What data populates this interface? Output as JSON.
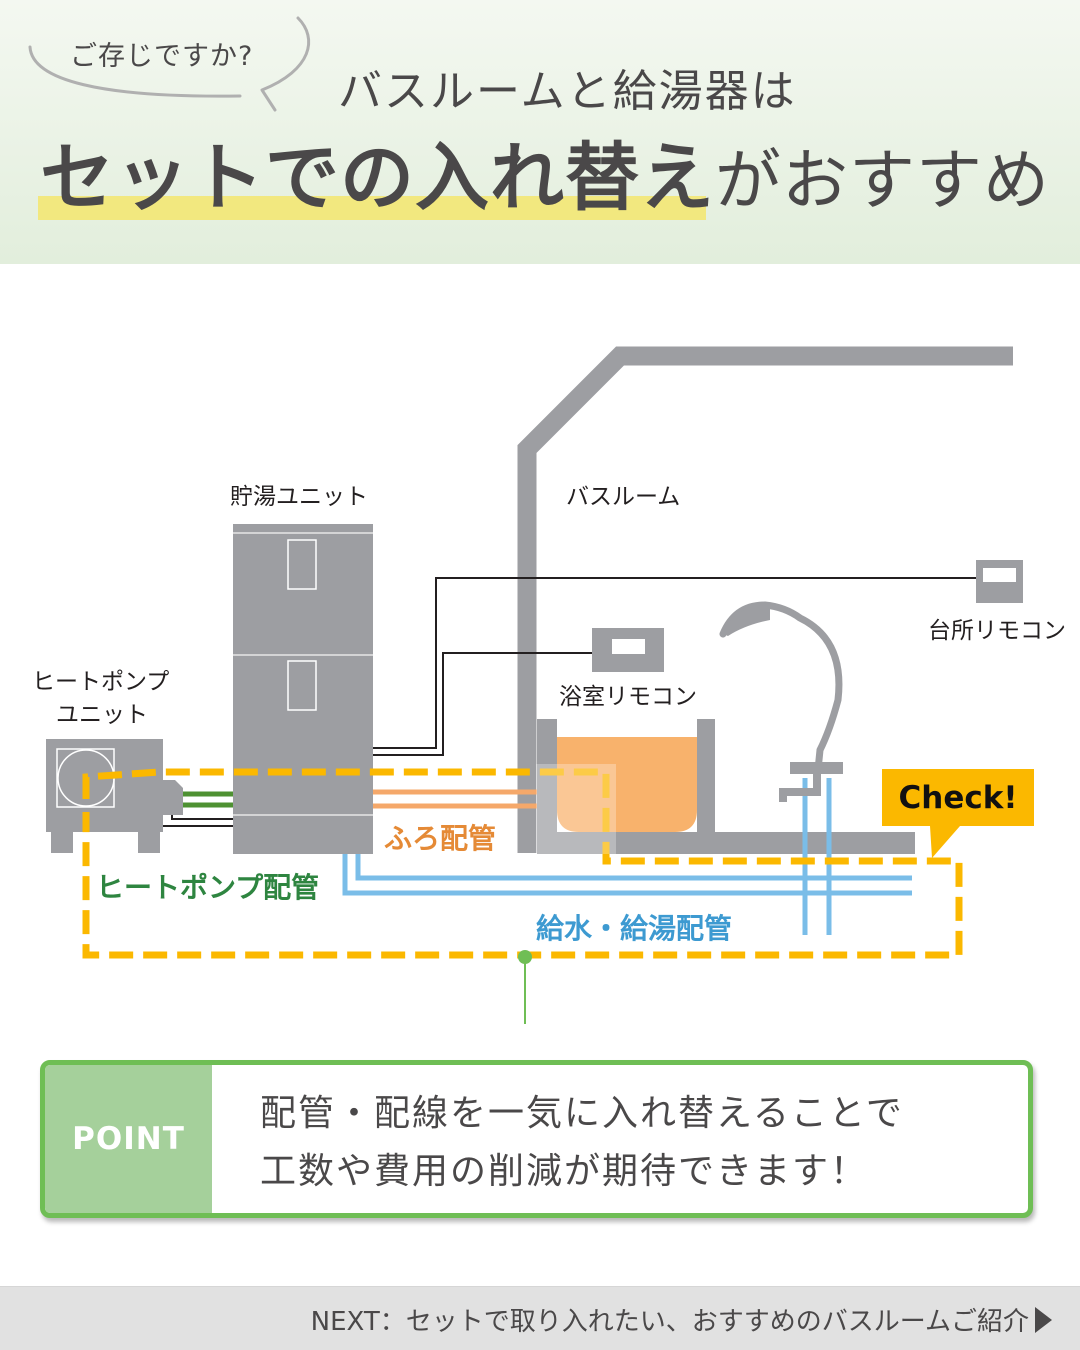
{
  "header": {
    "bubble_text": "ご存じですか?",
    "subtitle": "バスルームと給湯器は",
    "title_strong": "セットでの入れ替え",
    "title_rest": "がおすすめ",
    "highlight_color": "#f2e87f"
  },
  "diagram": {
    "labels": {
      "storage_unit": "貯湯ユニット",
      "bathroom": "バスルーム",
      "heat_pump_unit_line1": "ヒートポンプ",
      "heat_pump_unit_line2": "ユニット",
      "bath_remote": "浴室リモコン",
      "kitchen_remote": "台所リモコン"
    },
    "pipes": {
      "bath_pipe": {
        "label": "ふろ配管",
        "color": "#f5a86a",
        "text_color": "#e58a36"
      },
      "heat_pump_pipe": {
        "label": "ヒートポンプ配管",
        "color": "#4e9132",
        "text_color": "#2e8540"
      },
      "water_pipe": {
        "label": "給水・給湯配管",
        "color": "#7abde8",
        "text_color": "#3d9ad1"
      }
    },
    "check_badge": "Check!",
    "check_color": "#fbb800",
    "equipment_color": "#9d9ea2",
    "bathwater_color": "#f8b26c"
  },
  "point": {
    "label": "POINT",
    "line1": "配管・配線を一気に入れ替えることで",
    "line2": "工数や費用の削減が期待できます！",
    "border_color": "#6fbe55",
    "label_bg": "#a5d09b"
  },
  "footer": {
    "next_link": "NEXT：セットで取り入れたい、おすすめのバスルームご紹介"
  }
}
